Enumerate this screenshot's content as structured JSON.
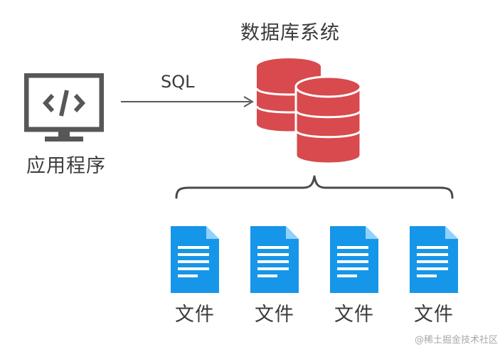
{
  "application": {
    "label": "应用程序",
    "icon": "code-monitor-icon"
  },
  "connection": {
    "label": "SQL"
  },
  "database": {
    "title": "数据库系统",
    "icon": "database-cylinders-icon",
    "color": "#d84a4d"
  },
  "files": [
    {
      "label": "文件",
      "icon": "document-icon"
    },
    {
      "label": "文件",
      "icon": "document-icon"
    },
    {
      "label": "文件",
      "icon": "document-icon"
    },
    {
      "label": "文件",
      "icon": "document-icon"
    }
  ],
  "colors": {
    "icon_gray": "#575757",
    "file_blue": "#1696e8",
    "file_fold": "#8fd1ff",
    "brace_gray": "#4a4a4a"
  },
  "watermark": "@稀土掘金技术社区"
}
